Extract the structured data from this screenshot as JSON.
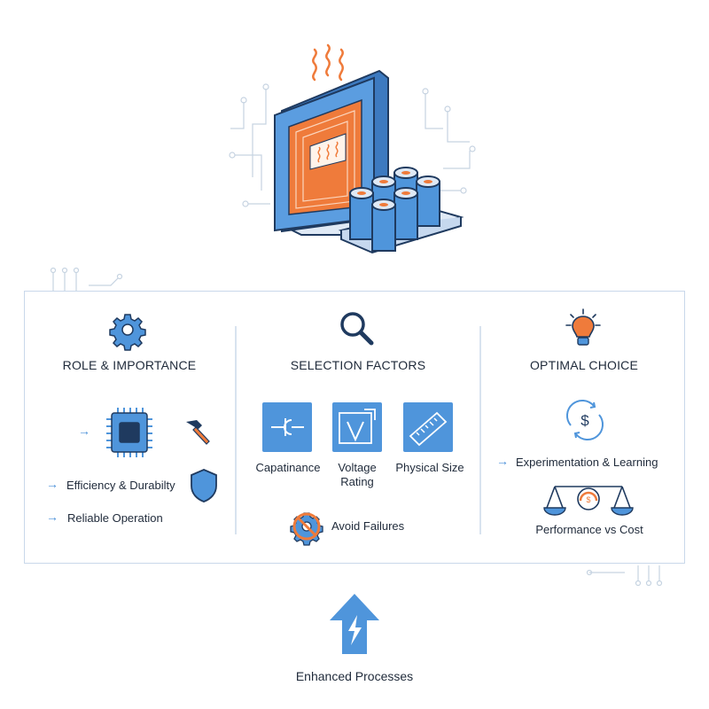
{
  "columns": {
    "role": {
      "title": "ROLE & IMPORTANCE",
      "items": [
        "Efficiency & Durabilty",
        "Reliable Operation"
      ]
    },
    "selection": {
      "title": "SELECTION FACTORS",
      "tiles": [
        {
          "label": "Capatinance"
        },
        {
          "label_line1": "Voltage",
          "label_line2": "Rating"
        },
        {
          "label": "Physical Size"
        }
      ],
      "footer": "Avoid Failures"
    },
    "optimal": {
      "title": "OPTIMAL CHOICE",
      "items": [
        "Experimentation & Learning",
        "Performance vs Cost"
      ]
    }
  },
  "bottom": {
    "label": "Enhanced Processes"
  },
  "icons": {
    "hero": "monitor-heat-capacitors-icon",
    "role": "gear-icon",
    "selection": "magnifier-icon",
    "optimal": "lightbulb-icon"
  },
  "colors": {
    "blue": "#4f95db",
    "dark_navy": "#1f3a5f",
    "orange": "#ef7b3b",
    "light_line": "#c9d8ea"
  }
}
